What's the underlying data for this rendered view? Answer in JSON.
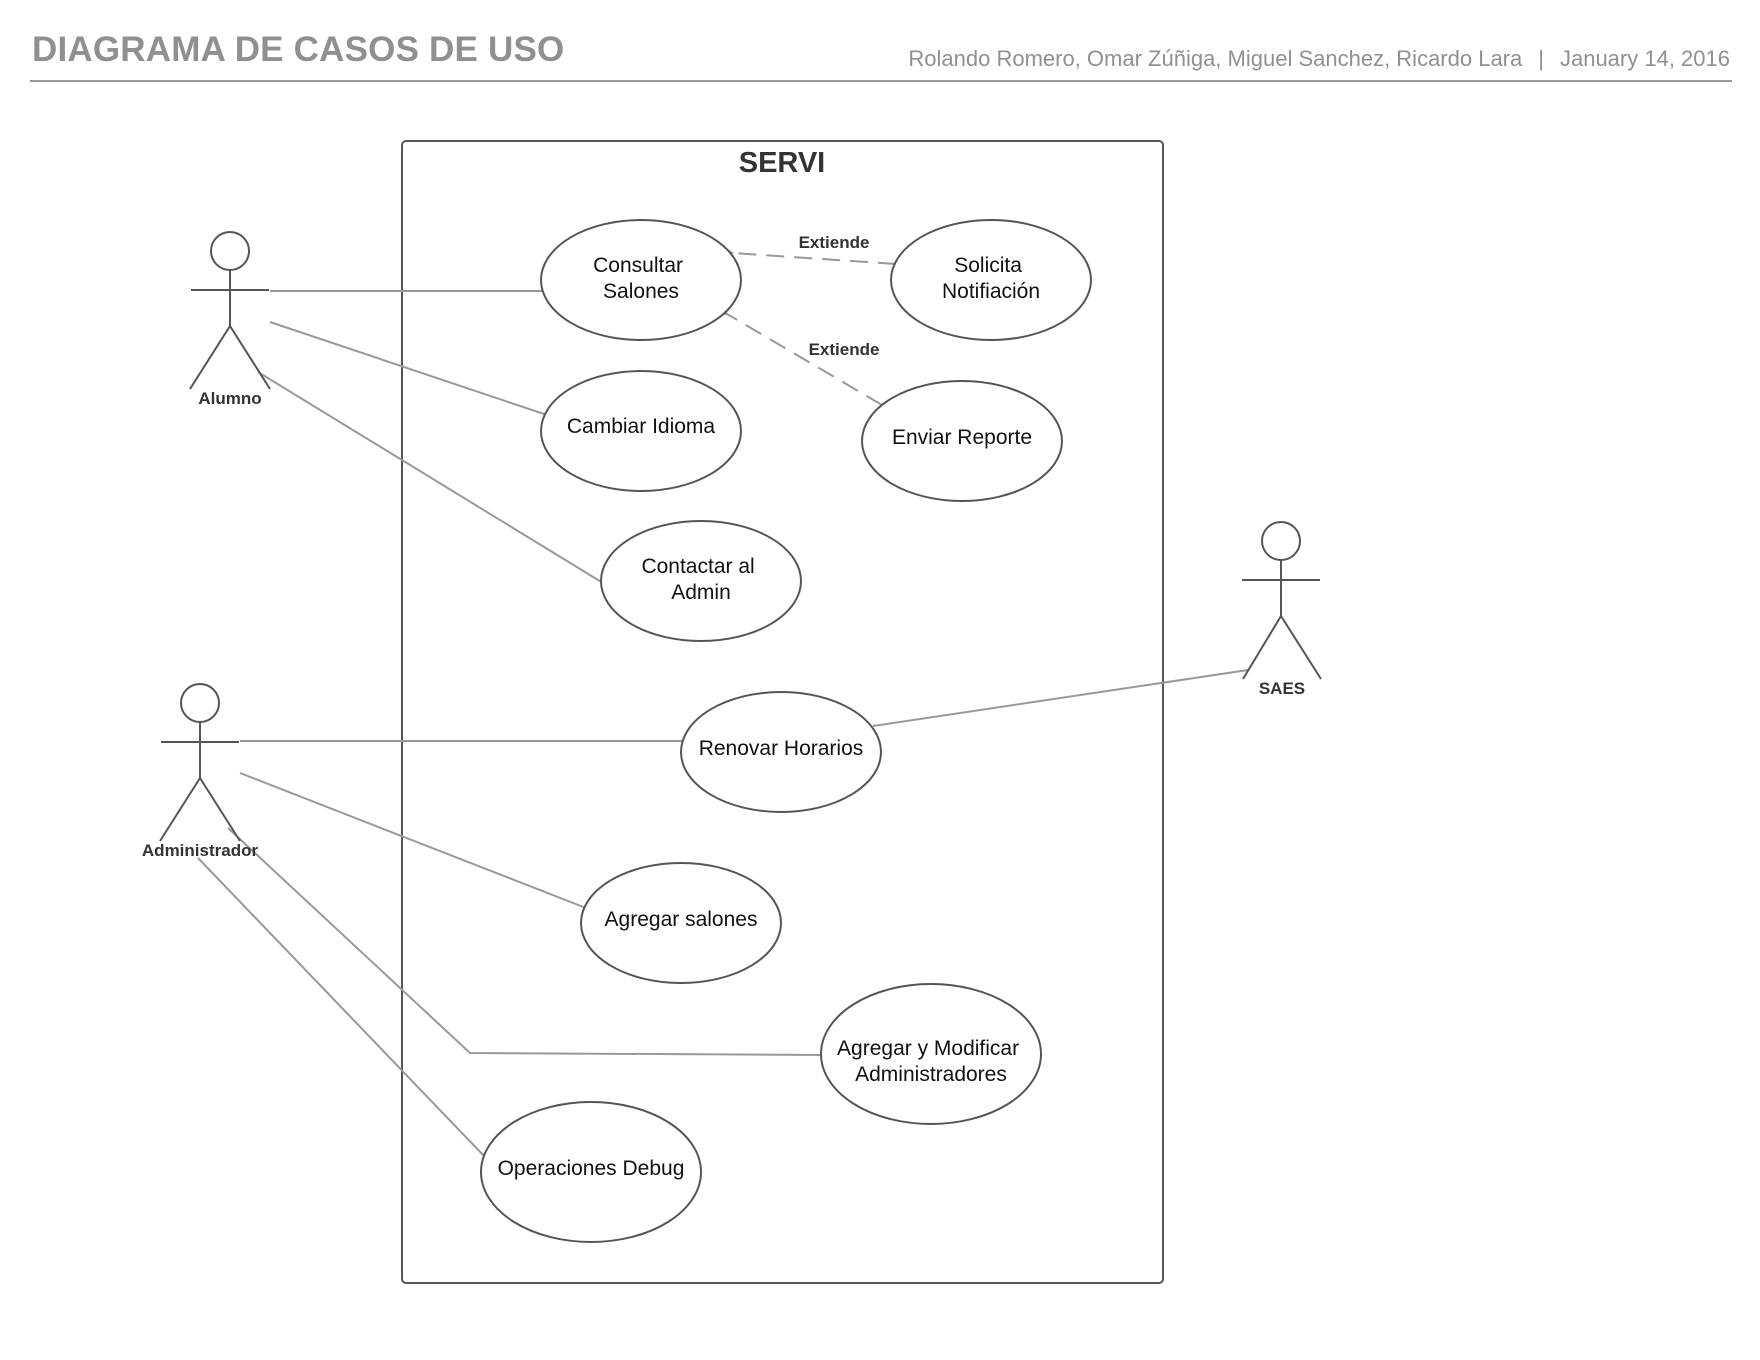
{
  "header": {
    "title": "DIAGRAMA DE CASOS DE USO",
    "authors": "Rolando Romero, Omar Zúñiga, Miguel Sanchez, Ricardo Lara",
    "separator": "|",
    "date": "January 14, 2016"
  },
  "system": {
    "name": "SERVI"
  },
  "actors": {
    "alumno": "Alumno",
    "administrador": "Administrador",
    "saes": "SAES"
  },
  "use_cases": {
    "consultar_salones": [
      "Consultar",
      "Salones"
    ],
    "solicita_notificacion": [
      "Solicita",
      "Notifiación"
    ],
    "enviar_reporte": [
      "Enviar Reporte"
    ],
    "cambiar_idioma": [
      "Cambiar Idioma"
    ],
    "contactar_admin": [
      "Contactar al",
      "Admin"
    ],
    "renovar_horarios": [
      "Renovar Horarios"
    ],
    "agregar_salones": [
      "Agregar salones"
    ],
    "agregar_modificar_admins": [
      "Agregar y Modificar",
      "Administradores"
    ],
    "operaciones_debug": [
      "Operaciones Debug"
    ]
  },
  "relationships": {
    "extiende_1": "Extiende",
    "extiende_2": "Extiende"
  },
  "colors": {
    "stroke": "#555555",
    "line": "#999999",
    "header_text": "#909090"
  }
}
